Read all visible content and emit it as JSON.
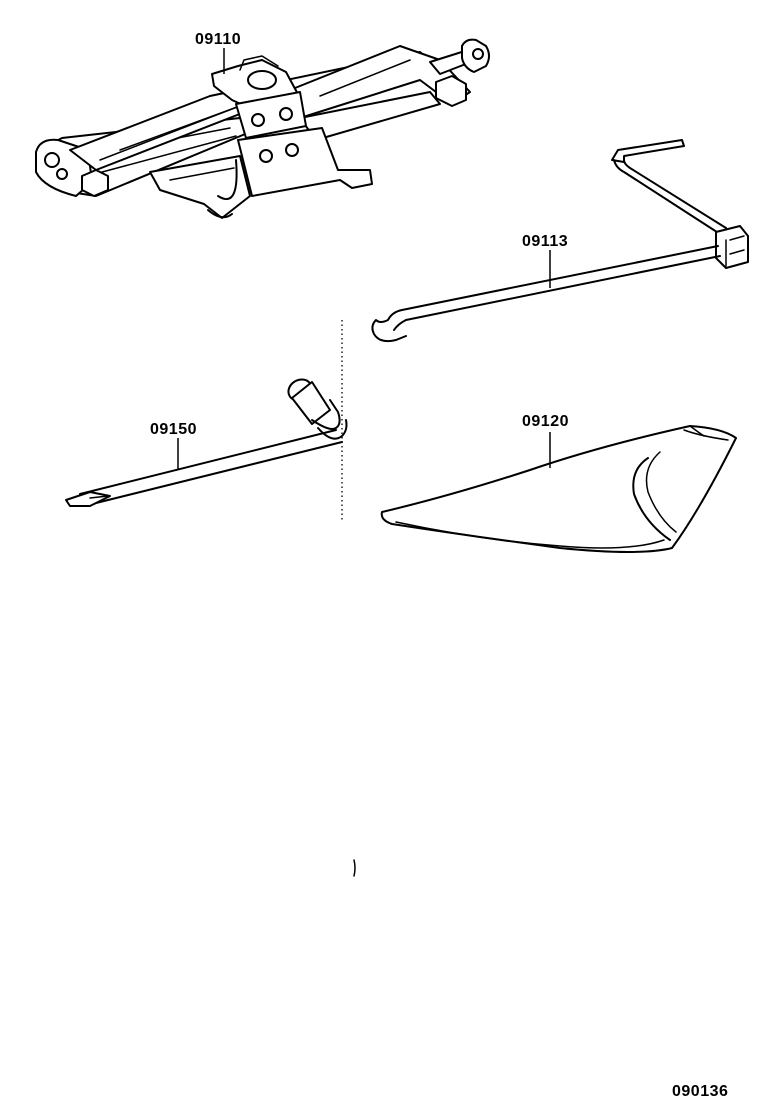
{
  "diagram": {
    "figure_code": "090136",
    "parts": [
      {
        "id": "jack",
        "label": "09110"
      },
      {
        "id": "jack-handle",
        "label": "09113"
      },
      {
        "id": "lug-wrench",
        "label": "09150"
      },
      {
        "id": "tool-bag",
        "label": "09120"
      }
    ]
  }
}
